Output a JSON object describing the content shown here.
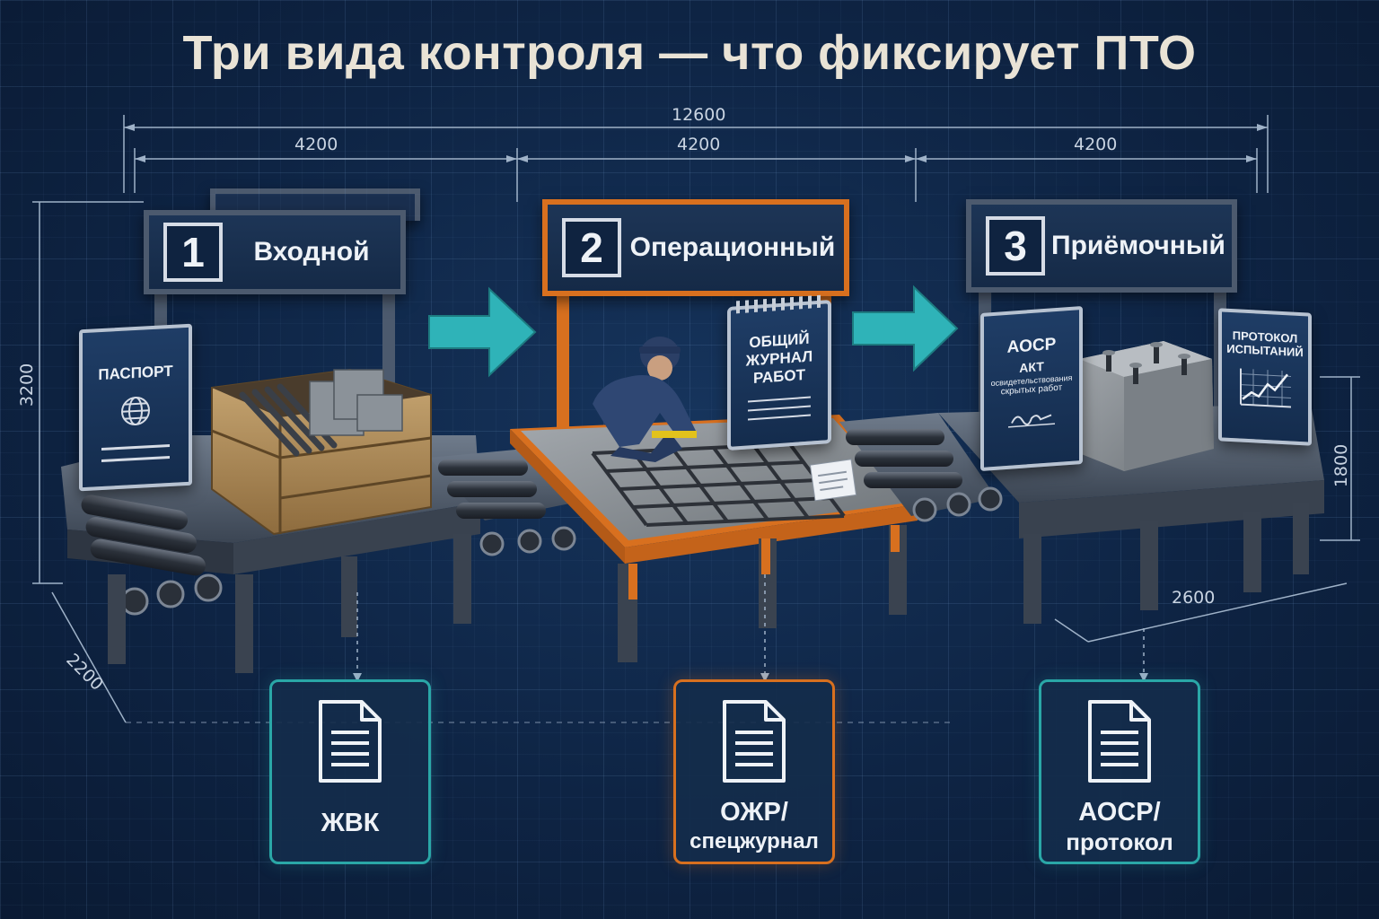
{
  "title": "Три вида контроля — что фиксирует ПТО",
  "dimensions": {
    "total_length": "12600",
    "segment_1": "4200",
    "segment_2": "4200",
    "segment_3": "4200",
    "height_left": "3200",
    "depth_left": "2200",
    "height_right": "1800",
    "depth_right": "2600"
  },
  "stages": [
    {
      "number": "1",
      "label": "Входной",
      "document": [
        "ЖВК"
      ]
    },
    {
      "number": "2",
      "label": "Операционный",
      "document": [
        "ОЖР/",
        "спецжурнал"
      ]
    },
    {
      "number": "3",
      "label": "Приёмочный",
      "document": [
        "АОСР/",
        "протокол"
      ]
    }
  ],
  "boards": {
    "passport": "ПАСПОРТ",
    "journal": [
      "ОБЩИЙ",
      "ЖУРНАЛ",
      "РАБОТ"
    ],
    "aosr": [
      "АОСР",
      "АКТ",
      "освидетельствования",
      "скрытых работ"
    ],
    "protocol": [
      "ПРОТОКОЛ",
      "ИСПЫТАНИЙ"
    ]
  },
  "colors": {
    "accent": "#d8701f",
    "teal": "#2aa7a7",
    "background": "#0e2444"
  }
}
